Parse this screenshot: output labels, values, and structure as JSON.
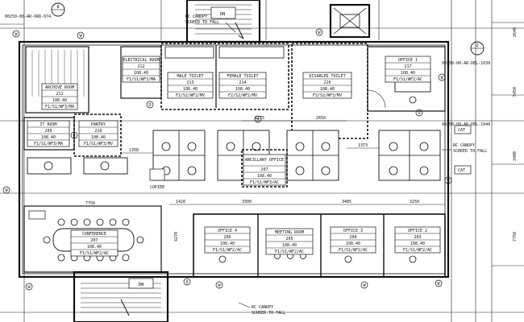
{
  "references": {
    "top_left": "00250-00-AR-XRD-074",
    "right_top": "00250-00-AR-DEL-1030",
    "right_mid": "00250-00-AR-DEL-1040",
    "callout_top_left": "8",
    "callout_right": "2"
  },
  "rooms": [
    {
      "id": "archive",
      "name": "ARCHIVE ROOM",
      "num": "211",
      "area": "108.40",
      "finish": "F1/S1/WF3/MA"
    },
    {
      "id": "electrical",
      "name": "ELECTRICAL ROOM",
      "num": "212",
      "area": "108.40",
      "finish": "F1/S1/WF3/MA"
    },
    {
      "id": "male-toilet",
      "name": "MALE TOILET",
      "num": "213",
      "area": "108.40",
      "finish": "F2/S2/WF2/MV"
    },
    {
      "id": "female-toilet",
      "name": "FEMALE TOILET",
      "num": "214",
      "area": "108.40",
      "finish": "F2/S2/WF2/MV"
    },
    {
      "id": "disabled-toilet",
      "name": "DISABLED TOILET",
      "num": "216",
      "area": "108.40",
      "finish": "F2/S2/WF3/MV"
    },
    {
      "id": "office-1",
      "name": "OFFICE 1",
      "num": "217",
      "area": "108.40",
      "finish": "F1/S1/WF2/AC"
    },
    {
      "id": "it-room",
      "name": "IT ROOM",
      "num": "209",
      "area": "108.40",
      "finish": "F1/S1/WF3/MA"
    },
    {
      "id": "pantry",
      "name": "PANTRY",
      "num": "210",
      "area": "108.40",
      "finish": "F1/S1/WF3/MV"
    },
    {
      "id": "ancillary",
      "name": "ANCILLARY OFFICE",
      "num": "207",
      "area": "108.40",
      "finish": "F1/S1/WF3/AC"
    },
    {
      "id": "conference",
      "name": "CONFERENCE",
      "num": "207",
      "area": "108.40",
      "finish": "F1/S1/WF2/AC"
    },
    {
      "id": "office-4",
      "name": "OFFICE 4",
      "num": "206",
      "area": "108.40",
      "finish": "F1/S1/WF2/AC"
    },
    {
      "id": "meeting",
      "name": "MEETING ROOM",
      "num": "205",
      "area": "108.40",
      "finish": "F1/S1/WF2/AC"
    },
    {
      "id": "office-3",
      "name": "OFFICE 3",
      "num": "204",
      "area": "108.40",
      "finish": "F1/S1/WF2/AC"
    },
    {
      "id": "office-2",
      "name": "OFFICE 2",
      "num": "203",
      "area": "108.40",
      "finish": "F1/S1/WF2/AC"
    }
  ],
  "dimensions": {
    "d1175": "1175",
    "d2650": "2650",
    "d1358": "1358",
    "d1373": "1373",
    "d7750": "7750",
    "d1420": "1420",
    "d3300": "3300",
    "d3485": "3485",
    "d3250": "3250",
    "d4270": "4270",
    "d2640": "2640",
    "d5450": "5450",
    "d2400": "2400",
    "d7750v": "7750"
  },
  "notes": {
    "canopy_top": [
      "RC CANOPY",
      "SCREED TO FALL"
    ],
    "canopy_right": [
      "RC CANOPY",
      "SCREED TO FALL"
    ],
    "canopy_bottom": [
      "RC CANOPY",
      "SCREED TO FALL"
    ],
    "stair_top_dn": "DN",
    "stair_bottom_dn": "DN",
    "copier": "COPIER",
    "cat1": "CAT",
    "cat2": "CAT"
  },
  "tags": {
    "w": "W",
    "d": "D"
  }
}
